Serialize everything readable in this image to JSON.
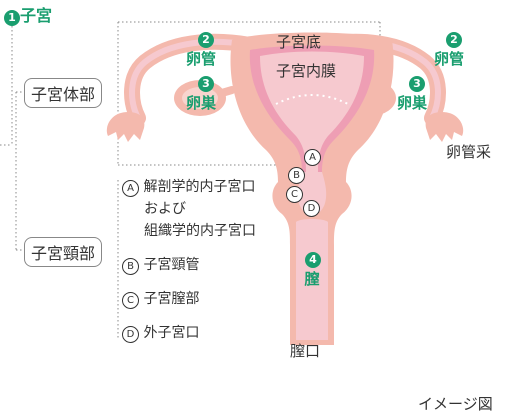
{
  "title": {
    "num": "1",
    "text": "子宮"
  },
  "labels": {
    "uterine_body": "子宮体部",
    "cervix": "子宮頸部",
    "fundus": "子宮底",
    "endometrium": "子宮内膜",
    "fimbriae": "卵管采",
    "vaginal_opening": "膣口",
    "image_note": "イメージ図"
  },
  "numbered": {
    "tube_left": {
      "num": "2",
      "text": "卵管"
    },
    "tube_right": {
      "num": "2",
      "text": "卵管"
    },
    "ovary_left": {
      "num": "3",
      "text": "卵巣"
    },
    "ovary_right": {
      "num": "3",
      "text": "卵巣"
    },
    "vagina": {
      "num": "4",
      "text": "膣"
    }
  },
  "markers": [
    "A",
    "B",
    "C",
    "D"
  ],
  "legend": [
    {
      "mark": "A",
      "lines": [
        "解剖学的内子宮口",
        "および",
        "組織学的内子宮口"
      ]
    },
    {
      "mark": "B",
      "lines": [
        "子宮頸管"
      ]
    },
    {
      "mark": "C",
      "lines": [
        "子宮膣部"
      ]
    },
    {
      "mark": "D",
      "lines": [
        "外子宮口"
      ]
    }
  ],
  "colors": {
    "accent": "#1a9e6f",
    "tissue": "#f4b9ad",
    "inner": "#f6c9cf",
    "lining": "#ee9eb4"
  }
}
